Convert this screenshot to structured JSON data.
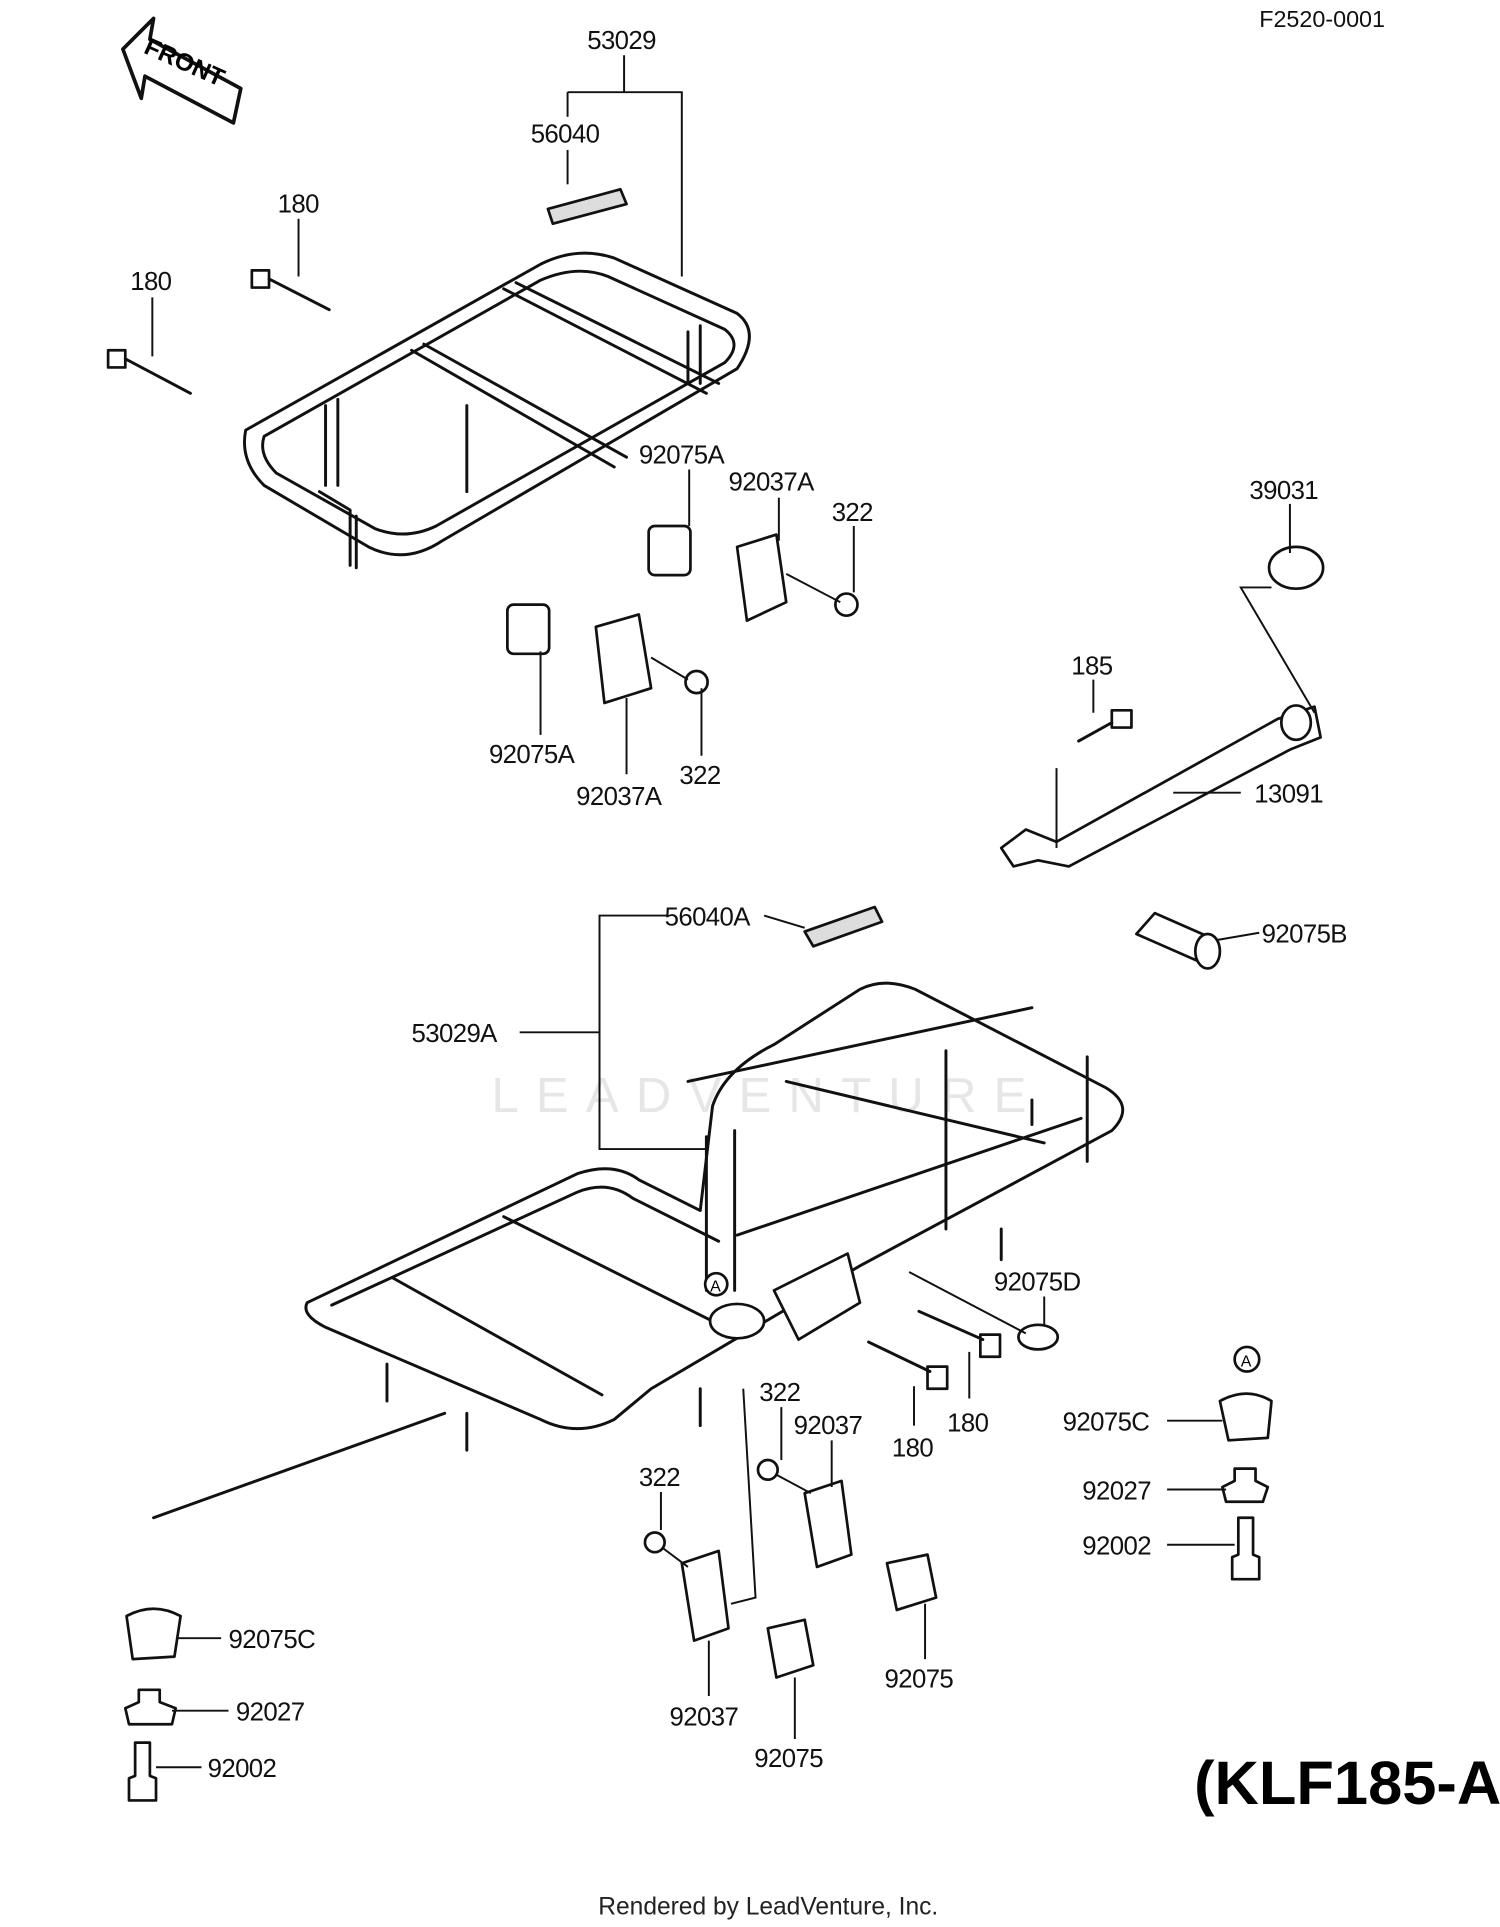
{
  "diagram_code": "F2520-0001",
  "front_arrow_label": "FRONT",
  "model": "(KLF185-A",
  "footer": "Rendered by LeadVenture, Inc.",
  "watermark": "LEADVENTURE",
  "callouts": {
    "rear_rack": "53029",
    "rear_decal": "56040",
    "bolt_rear_1": "180",
    "bolt_rear_2": "180",
    "damper_top": "92075A",
    "clamp_top": "92037A",
    "nut_top": "322",
    "cap": "39031",
    "bolt_185": "185",
    "rod": "13091",
    "damper_low": "92075A",
    "nut_low": "322",
    "clamp_low": "92037A",
    "front_decal": "56040A",
    "collar": "92075B",
    "front_rack": "53029A",
    "plug": "92075D",
    "nut_f1": "322",
    "clamp_f1": "92037",
    "bolt_f1": "180",
    "bolt_f2": "180",
    "grommet_r": "92075C",
    "ref_a1": "A",
    "ref_a2": "A",
    "collar_r": "92027",
    "bolt_r": "92002",
    "nut_f2": "322",
    "grommet_l": "92075C",
    "collar_l": "92027",
    "bolt_l": "92002",
    "clamp_f2": "92037",
    "damper_f1": "92075",
    "damper_f2": "92075"
  }
}
